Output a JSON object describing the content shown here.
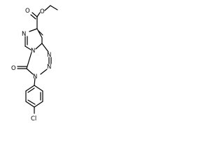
{
  "molecule": {
    "atoms": {
      "ester_o_carbonyl": "O",
      "ester_o_ether": "O",
      "imidazole_n": "N",
      "bridge_n": "N",
      "triazine_n1": "N",
      "triazine_n2": "N",
      "amide_n": "N",
      "ketone_o": "O",
      "chlorine": "Cl"
    }
  }
}
